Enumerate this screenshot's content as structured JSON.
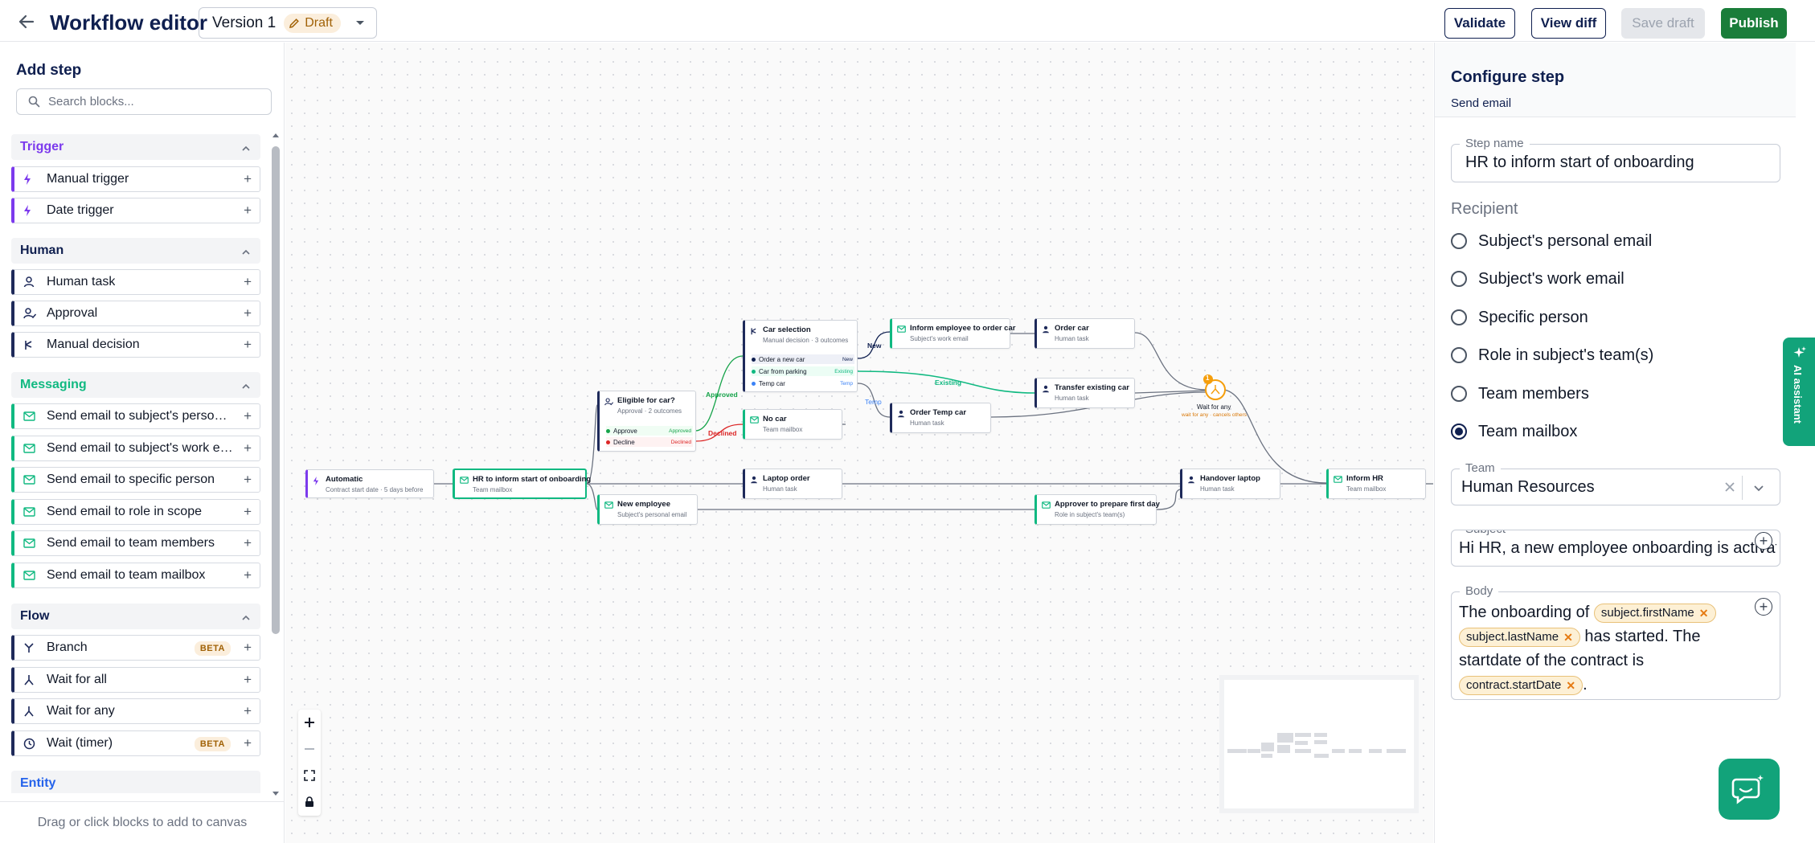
{
  "header": {
    "title": "Workflow editor",
    "version_label": "Version 1",
    "draft_badge": "Draft",
    "buttons": {
      "validate": "Validate",
      "view_diff": "View diff",
      "save_draft": "Save draft",
      "publish": "Publish"
    }
  },
  "left_panel": {
    "title": "Add step",
    "search_placeholder": "Search blocks...",
    "footer_hint": "Drag or click blocks to add to canvas",
    "sections": [
      {
        "label": "Trigger",
        "color": "#7c3aed",
        "items": [
          {
            "label": "Manual trigger",
            "icon": "bolt-icon"
          },
          {
            "label": "Date trigger",
            "icon": "bolt-icon"
          }
        ]
      },
      {
        "label": "Human",
        "color": "#0f1f4f",
        "items": [
          {
            "label": "Human task",
            "icon": "person-icon"
          },
          {
            "label": "Approval",
            "icon": "person-check-icon"
          },
          {
            "label": "Manual decision",
            "icon": "decision-icon"
          }
        ]
      },
      {
        "label": "Messaging",
        "color": "#10b981",
        "items": [
          {
            "label": "Send email to subject's personal email",
            "icon": "envelope-icon"
          },
          {
            "label": "Send email to subject's work email",
            "icon": "envelope-icon"
          },
          {
            "label": "Send email to specific person",
            "icon": "envelope-icon"
          },
          {
            "label": "Send email to role in scope",
            "icon": "envelope-icon"
          },
          {
            "label": "Send email to team members",
            "icon": "envelope-icon"
          },
          {
            "label": "Send email to team mailbox",
            "icon": "envelope-icon"
          }
        ]
      },
      {
        "label": "Flow",
        "color": "#0f1f4f",
        "items": [
          {
            "label": "Branch",
            "icon": "branch-icon",
            "badge": "BETA"
          },
          {
            "label": "Wait for all",
            "icon": "merge-icon"
          },
          {
            "label": "Wait for any",
            "icon": "merge-icon"
          },
          {
            "label": "Wait (timer)",
            "icon": "clock-icon",
            "badge": "BETA"
          }
        ]
      },
      {
        "label": "Entity",
        "color": "#2563eb",
        "items": []
      }
    ]
  },
  "canvas": {
    "nodes": {
      "automatic": {
        "title": "Automatic",
        "sub": "Contract start date · 5 days before"
      },
      "hr_inform": {
        "title": "HR to inform start of onboarding",
        "sub": "Team mailbox"
      },
      "eligible": {
        "title": "Eligible for car?",
        "sub": "Approval · 2 outcomes",
        "options": [
          {
            "label": "Approve",
            "tag": "Approved"
          },
          {
            "label": "Decline",
            "tag": "Declined"
          }
        ]
      },
      "car_selection": {
        "title": "Car selection",
        "sub": "Manual decision · 3 outcomes",
        "options": [
          {
            "label": "Order a new car",
            "tag": "New"
          },
          {
            "label": "Car from parking",
            "tag": "Existing"
          },
          {
            "label": "Temp car",
            "tag": "Temp"
          }
        ]
      },
      "no_car": {
        "title": "No car",
        "sub": "Team mailbox"
      },
      "inform_employee": {
        "title": "Inform employee to order car",
        "sub": "Subject's work email"
      },
      "order_car": {
        "title": "Order car",
        "sub": "Human task"
      },
      "transfer_car": {
        "title": "Transfer existing car",
        "sub": "Human task"
      },
      "order_temp": {
        "title": "Order Temp car",
        "sub": "Human task"
      },
      "wait_any": {
        "title": "Wait for any",
        "sub": "wait for any · cancels others",
        "count": "1"
      },
      "laptop_order": {
        "title": "Laptop order",
        "sub": "Human task"
      },
      "handover_laptop": {
        "title": "Handover laptop",
        "sub": "Human task"
      },
      "inform_hr": {
        "title": "Inform HR",
        "sub": "Team mailbox"
      },
      "new_employee": {
        "title": "New employee",
        "sub": "Subject's personal email"
      },
      "approver_prepare": {
        "title": "Approver to prepare first day",
        "sub": "Role in subject's team(s)"
      }
    },
    "edge_labels": {
      "approved": "Approved",
      "declined": "Declined",
      "new": "New",
      "existing": "Existing",
      "temp": "Temp"
    }
  },
  "config": {
    "title": "Configure step",
    "subtitle": "Send email",
    "step_name_label": "Step name",
    "step_name_value": "HR to inform start of onboarding",
    "recipient_title": "Recipient",
    "recipient_options": [
      {
        "label": "Subject's personal email",
        "selected": false
      },
      {
        "label": "Subject's work email",
        "selected": false
      },
      {
        "label": "Specific person",
        "selected": false
      },
      {
        "label": "Role in subject's team(s)",
        "selected": false
      },
      {
        "label": "Team members",
        "selected": false
      },
      {
        "label": "Team mailbox",
        "selected": true
      }
    ],
    "team_label": "Team",
    "team_value": "Human Resources",
    "subject_label": "Subject",
    "subject_value": "Hi HR, a new employee onboarding is activated",
    "body_label": "Body",
    "body": {
      "text1": "The onboarding of",
      "chip1": "subject.firstName",
      "chip2": "subject.lastName",
      "text2": "has started. The startdate of the contract is",
      "chip3": "contract.startDate",
      "text3": "."
    }
  },
  "ai_assistant": {
    "label": "AI assistant"
  },
  "colors": {
    "brand_dark": "#0f1f4f",
    "publish_green": "#1a7d3a",
    "messaging_green": "#10b981",
    "trigger_purple": "#7c3aed",
    "draft_amber": "#a16207",
    "wait_orange": "#f59e0b"
  }
}
